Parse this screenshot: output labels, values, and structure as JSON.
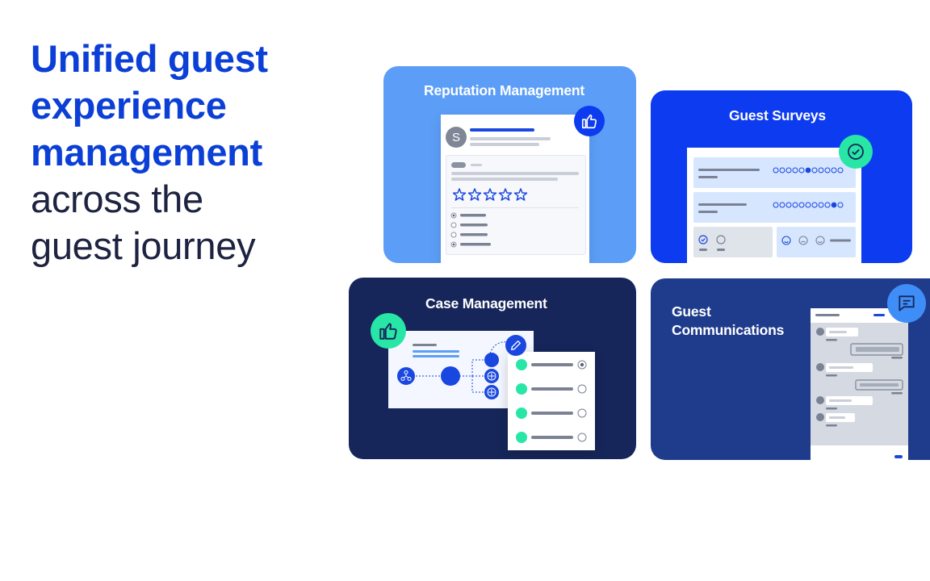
{
  "headline": {
    "bold_lines": [
      "Unified guest",
      "experience",
      "management"
    ],
    "light_lines": [
      "across the",
      "guest journey"
    ]
  },
  "cards": {
    "reputation": {
      "title": "Reputation Management",
      "avatar_letter": "S",
      "stars": 5,
      "icon": "thumbs-up-icon"
    },
    "surveys": {
      "title": "Guest Surveys",
      "icon": "check-circle-icon"
    },
    "cases": {
      "title": "Case Management",
      "icon": "thumbs-up-icon"
    },
    "communications": {
      "title_lines": [
        "Guest",
        "Communications"
      ],
      "icon": "chat-icon"
    }
  },
  "colors": {
    "headline_blue": "#0b3fd6",
    "headline_dark": "#1d2340",
    "reputation_bg": "#5c9ef7",
    "surveys_bg": "#0c3bf0",
    "cases_bg": "#16265a",
    "communications_bg": "#1f3b8c",
    "accent_green": "#27e6a6"
  }
}
